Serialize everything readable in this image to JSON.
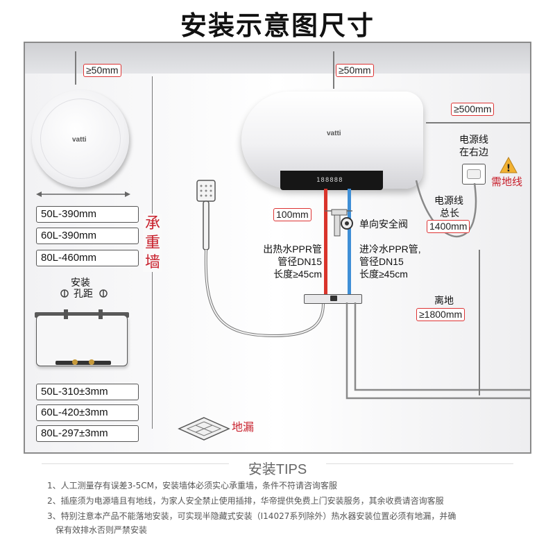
{
  "title": "安装示意图尺寸",
  "clearances": {
    "top_side_view": "≥50mm",
    "top_front_view": "≥50mm",
    "side_right": "≥500mm",
    "pipe_spacing": "100mm",
    "cord_length": "1400mm",
    "floor_distance": "≥1800mm"
  },
  "brand_logo": "vatti",
  "display_digits": "188888",
  "wall_label": "承重墙",
  "capacity_sizes": [
    "50L-390mm",
    "60L-390mm",
    "80L-460mm"
  ],
  "mount_label": {
    "line1": "安装",
    "line2": "孔距"
  },
  "hole_spacings": [
    "50L-310±3mm",
    "60L-420±3mm",
    "80L-297±3mm"
  ],
  "power": {
    "position_line1": "电源线",
    "position_line2": "在右边",
    "ground_warning": "需地线",
    "length_line1": "电源线",
    "length_line2": "总长"
  },
  "valve_label": "单向安全阀",
  "hot_pipe": {
    "line1": "出热水PPR管",
    "line2": "管径DN15",
    "line3": "长度≥45cm"
  },
  "cold_pipe": {
    "line1": "进冷水PPR管,",
    "line2": "管径DN15",
    "line3": "长度≥45cm"
  },
  "floor_label": "离地",
  "drain_label": "地漏",
  "tips": {
    "title": "安装TIPS",
    "items": [
      "1、人工测量存有误差3-5CM，安装墙体必须实心承重墙，条件不符请咨询客服",
      "2、插座须为电源墙且有地线，为家人安全禁止使用插排，华帝提供免费上门安装服务，其余收费请咨询客服",
      "3、特别注意本产品不能落地安装，可实现半隐藏式安装（I14027系列除外）热水器安装位置必须有地漏，并确",
      "保有效排水否则严禁安装"
    ]
  },
  "colors": {
    "dimension_border": "#d33333",
    "warning": "#c8202c",
    "hot_pipe": "#d9342b",
    "cold_pipe": "#3f8fd6"
  }
}
